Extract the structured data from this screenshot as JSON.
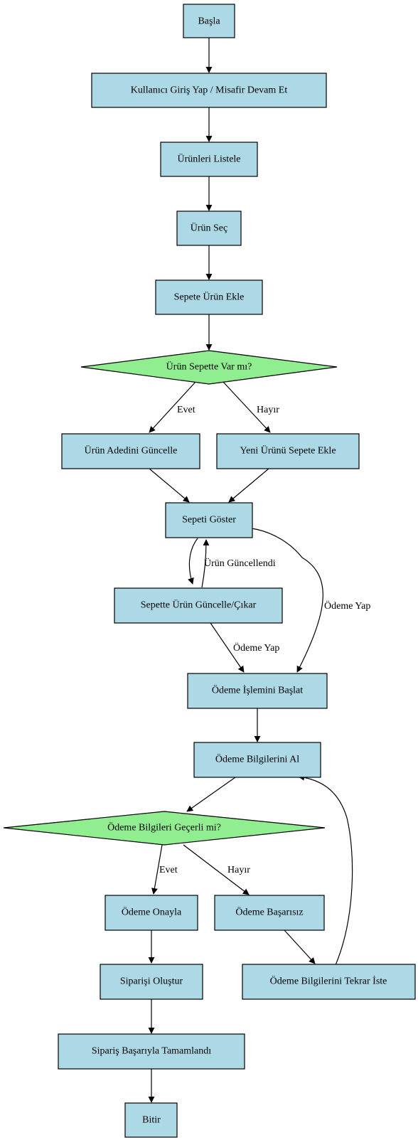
{
  "colors": {
    "process_fill": "#add8e6",
    "decision_fill": "#90ee90",
    "stroke": "#000000"
  },
  "nodes": {
    "start": "Başla",
    "login": "Kullanıcı Giriş Yap / Misafir Devam Et",
    "list_products": "Ürünleri Listele",
    "select_product": "Ürün Seç",
    "add_to_cart": "Sepete Ürün Ekle",
    "in_cart_decision": "Ürün Sepette Var mı?",
    "update_quantity": "Ürün Adedini Güncelle",
    "add_new_product": "Yeni Ürünü Sepete Ekle",
    "show_cart": "Sepeti Göster",
    "cart_update_remove": "Sepette Ürün Güncelle/Çıkar",
    "start_payment": "Ödeme İşlemini Başlat",
    "get_payment_info": "Ödeme Bilgilerini Al",
    "payment_valid_decision": "Ödeme Bilgileri Geçerli mi?",
    "confirm_payment": "Ödeme Onayla",
    "payment_failed": "Ödeme Başarısız",
    "create_order": "Siparişi Oluştur",
    "request_payment_again": "Ödeme Bilgilerini Tekrar İste",
    "order_completed": "Sipariş Başarıyla Tamamlandı",
    "end": "Bitir"
  },
  "edge_labels": {
    "in_cart_yes": "Evet",
    "in_cart_no": "Hayır",
    "product_updated": "Ürün Güncellendi",
    "checkout_from_cart": "Ödeme Yap",
    "checkout_from_update": "Ödeme Yap",
    "valid_yes": "Evet",
    "valid_no": "Hayır"
  }
}
